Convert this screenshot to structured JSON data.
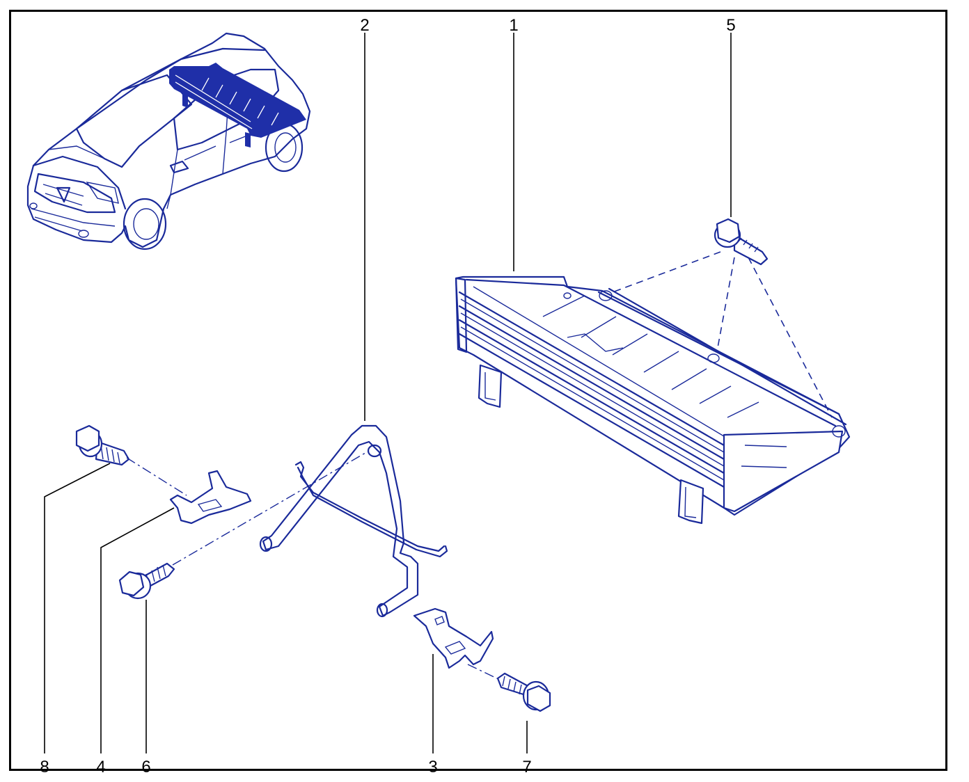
{
  "diagram": {
    "callouts": [
      {
        "id": "c1",
        "label": "1"
      },
      {
        "id": "c2",
        "label": "2"
      },
      {
        "id": "c3",
        "label": "3"
      },
      {
        "id": "c4",
        "label": "4"
      },
      {
        "id": "c5",
        "label": "5"
      },
      {
        "id": "c6",
        "label": "6"
      },
      {
        "id": "c7",
        "label": "7"
      },
      {
        "id": "c8",
        "label": "8"
      }
    ],
    "colors": {
      "line": "#1a2a9a",
      "highlight": "#1f2fa8",
      "frame": "#000000"
    }
  }
}
